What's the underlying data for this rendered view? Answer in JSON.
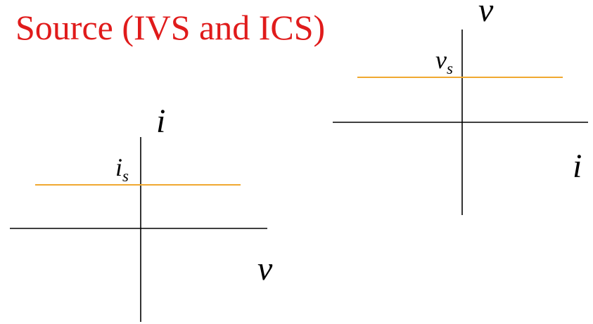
{
  "title": "Source (IVS and ICS)",
  "colors": {
    "title": "#e01b1b",
    "axis": "#000000",
    "source_line": "#f0a830"
  },
  "ics_plot": {
    "vertical_axis_label": "i",
    "horizontal_axis_label": "v",
    "level_label_main": "i",
    "level_label_sub": "s"
  },
  "ivs_plot": {
    "vertical_axis_label": "v",
    "horizontal_axis_label": "i",
    "level_label_main": "v",
    "level_label_sub": "s"
  }
}
